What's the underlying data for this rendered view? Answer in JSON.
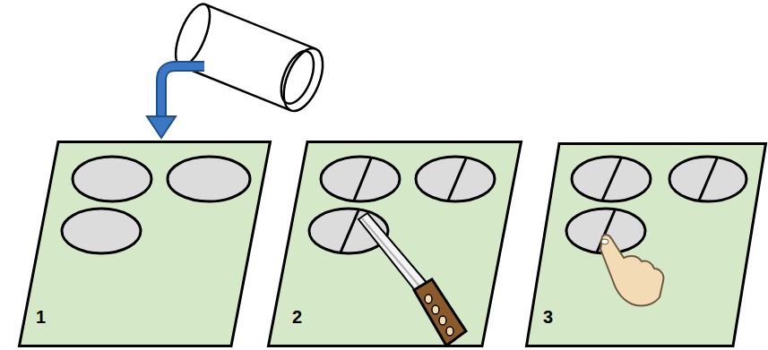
{
  "diagram": {
    "nodes": [
      {
        "text": [
          "1"
        ]
      },
      {
        "text": [
          "2"
        ]
      },
      {
        "text": [
          "3"
        ]
      }
    ]
  }
}
